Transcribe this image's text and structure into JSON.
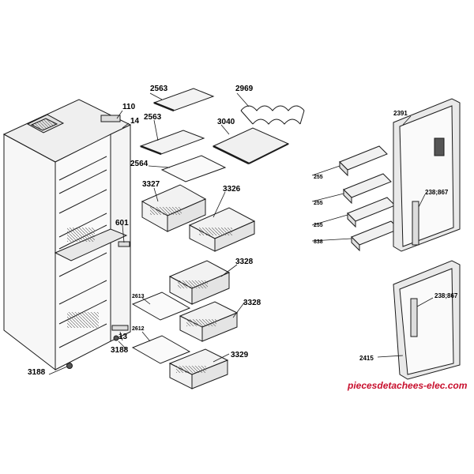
{
  "labels": {
    "p110": "110",
    "p14": "14",
    "p2563a": "2563",
    "p2563b": "2563",
    "p2969": "2969",
    "p3040": "3040",
    "p2564": "2564",
    "p3327": "3327",
    "p3326": "3326",
    "p601": "601",
    "p3328a": "3328",
    "p3328b": "3328",
    "p2613": "2613",
    "p2612": "2612",
    "p13": "13",
    "p3188a": "3188",
    "p3188b": "3188",
    "p3329": "3329",
    "p2391": "2391",
    "p255a": "255",
    "p255b": "255",
    "p255c": "255",
    "p838": "838",
    "p238a": "238;867",
    "p238b": "238;867",
    "p2415": "2415"
  },
  "watermark": "piecesdetachees-elec.com",
  "colors": {
    "line": "#1a1a1a",
    "panel": "#f3f3f3",
    "panel_dark": "#d8d8d8",
    "watermark_red": "#c8102e",
    "watermark_blue": "#1f4fa8"
  }
}
